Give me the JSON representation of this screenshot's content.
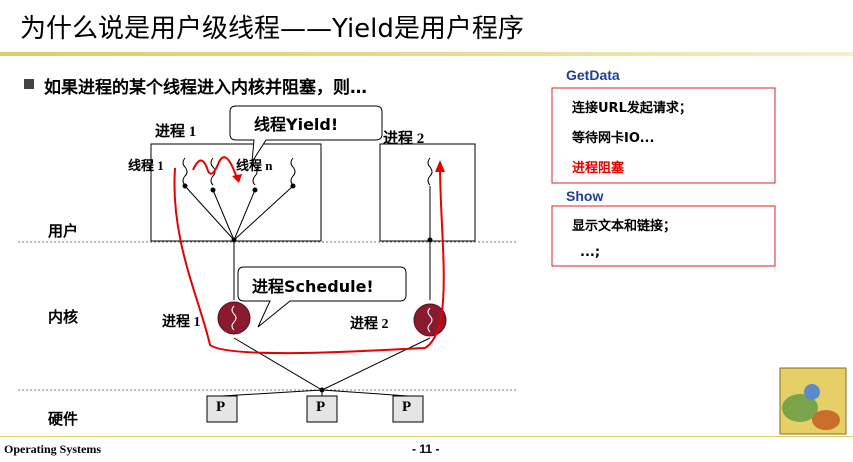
{
  "title": "为什么说是用户级线程——Yield是用户程序",
  "bullet": "如果进程的某个线程进入内核并阻塞，则…",
  "diagram": {
    "process1_label": "进程 1",
    "process2_label": "进程 2",
    "thread1_label": "线程 1",
    "threadn_label": "线程 n",
    "user_label": "用户",
    "kernel_label": "内核",
    "hardware_label": "硬件",
    "kernel_proc1_label": "进程 1",
    "kernel_proc2_label": "进程 2",
    "callout_yield": "线程Yield!",
    "callout_schedule": "进程Schedule!",
    "processor_labels": [
      "P",
      "P",
      "P"
    ]
  },
  "getdata": {
    "header": "GetData",
    "items": [
      "连接URL发起请求；",
      "等待网卡IO...",
      "进程阻塞"
    ]
  },
  "show": {
    "header": "Show",
    "items": [
      "显示文本和链接；",
      "...;"
    ]
  },
  "footer": {
    "left": "Operating Systems",
    "page": "- 11 -"
  },
  "colors": {
    "accent_red": "#e60000",
    "box_border": "#e02020",
    "header_blue": "#1f3f99",
    "kernel_circle": "#8b1a2e",
    "title_rule": "#d8cf6a"
  },
  "icons": [
    "book-cover-image"
  ]
}
